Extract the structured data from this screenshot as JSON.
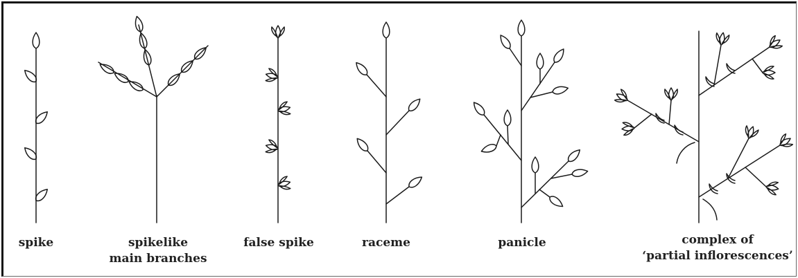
{
  "figure": {
    "labels": {
      "spike": "spike",
      "spikelike_line1": "spikelike",
      "spikelike_line2": "main branches",
      "false_spike": "false spike",
      "raceme": "raceme",
      "panicle": "panicle",
      "complex_line1": "complex of",
      "complex_line2": "‘partial inflorescences’"
    }
  }
}
